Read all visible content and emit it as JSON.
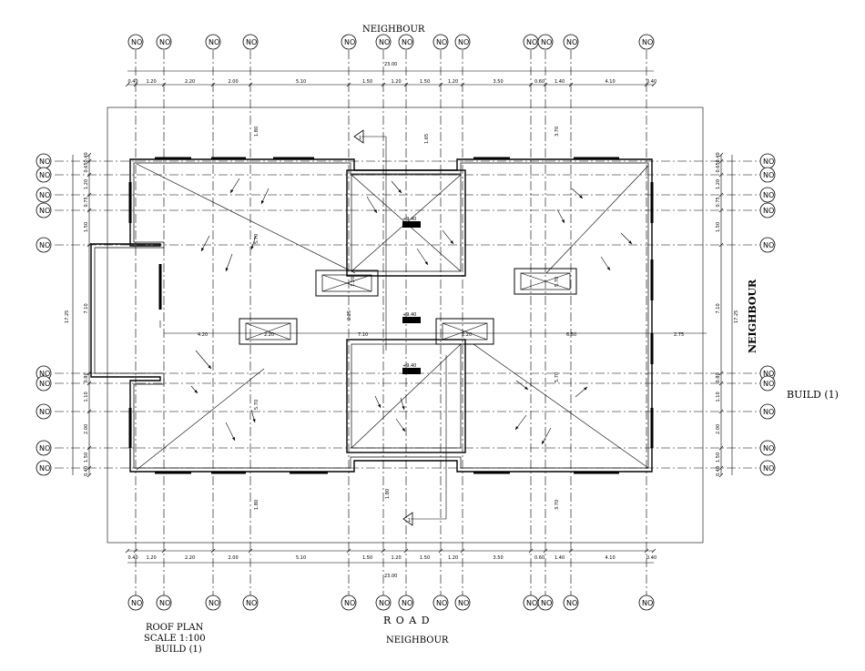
{
  "labels": {
    "neighbour_top": "NEIGHBOUR",
    "neighbour_bottom": "NEIGHBOUR",
    "neighbour_right": "NEIGHBOUR",
    "road": "R O A D",
    "build_right": "BUILD (1)",
    "title_block": {
      "line1": "ROOF PLAN",
      "line2": "SCALE 1:100",
      "line3": "BUILD (1)"
    }
  },
  "grid_bubble_text": "NO",
  "dimensions": {
    "top_overall": "23.00",
    "bottom_overall": "23.00",
    "top_segments": [
      "0.40",
      "1.20",
      "2.20",
      "2.00",
      "5.10",
      "1.50",
      "1.20",
      "1.50",
      "1.20",
      "3.50",
      "0.60",
      "1.40",
      "4.10",
      "0.40"
    ],
    "bottom_segments": [
      "0.40",
      "1.20",
      "2.20",
      "2.00",
      "5.10",
      "1.50",
      "1.20",
      "1.50",
      "1.20",
      "3.50",
      "0.60",
      "1.40",
      "4.10",
      "0.40"
    ],
    "left_overall": "17.25",
    "right_overall": "17.25",
    "left_segments": [
      "0.40",
      "0.65",
      "1.20",
      "0.75",
      "1.50",
      "7.10",
      "0.80",
      "1.10",
      "2.00",
      "1.50",
      "0.40"
    ],
    "right_segments": [
      "0.40",
      "0.65",
      "1.20",
      "0.75",
      "1.50",
      "7.10",
      "0.80",
      "1.10",
      "2.00",
      "1.50",
      "0.40"
    ],
    "interior": [
      "4.20",
      "2.20",
      "7.10",
      "2.20",
      "6.50",
      "2.75",
      "1.65",
      "5.70",
      "5.70",
      "2.25",
      "3.70",
      "3.70",
      "1.80",
      "1.80",
      "1.80",
      "1.20",
      "5.70",
      "5.70"
    ]
  },
  "level_tags": [
    "+9.40",
    "+9.40",
    "+9.40"
  ],
  "section_marks": [
    "1",
    "1"
  ]
}
